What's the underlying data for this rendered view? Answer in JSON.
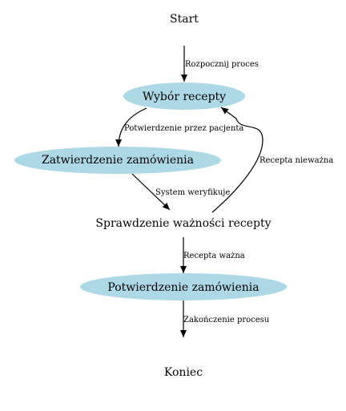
{
  "colors": {
    "node_fill": "#add8e6",
    "edge": "#000000",
    "text": "#000000",
    "background": "#ffffff"
  },
  "nodes": {
    "start": "Start",
    "select_prescription": "Wybór recepty",
    "approve_order": "Zatwierdzenie zamówienia",
    "check_validity": "Sprawdzenie ważności recepty",
    "confirm_order": "Potwierdzenie zamówienia",
    "end": "Koniec"
  },
  "edges": {
    "start_process": "Rozpocznij proces",
    "patient_confirmation": "Potwierdzenie przez pacjenta",
    "system_verifies": "System weryfikuje",
    "prescription_invalid": "Recepta nieważna",
    "prescription_valid": "Recepta ważna",
    "process_end": "Zakończenie procesu"
  }
}
